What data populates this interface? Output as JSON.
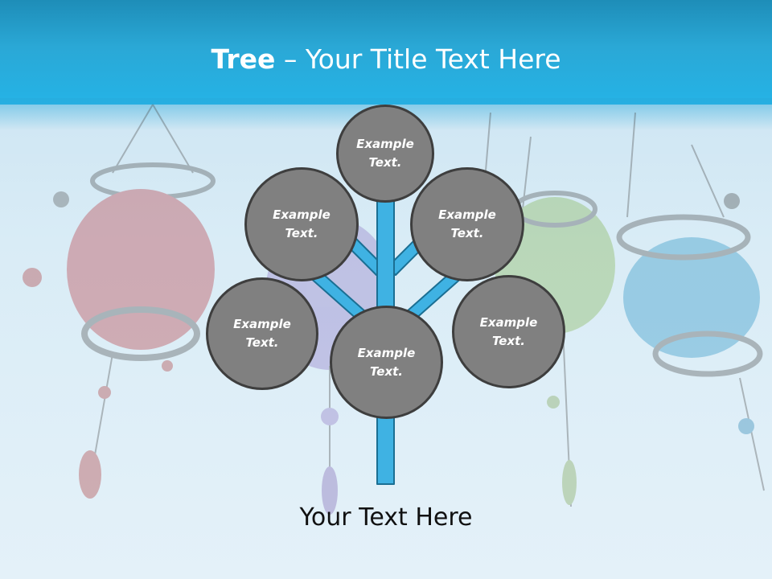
{
  "title": {
    "bold": "Tree",
    "rest": " – Your Title Text Here"
  },
  "nodes": [
    {
      "text": "Example Text."
    },
    {
      "text": "Example Text."
    },
    {
      "text": "Example Text."
    },
    {
      "text": "Example Text."
    },
    {
      "text": "Example Text."
    },
    {
      "text": "Example Text."
    }
  ],
  "footer": {
    "text": "Your Text Here"
  },
  "colors": {
    "header": "#25b3e6",
    "trunk": "#3fb2e3",
    "trunk_stroke": "#1b6f93",
    "node_fill": "#808080",
    "node_border": "#3e3e3e"
  }
}
